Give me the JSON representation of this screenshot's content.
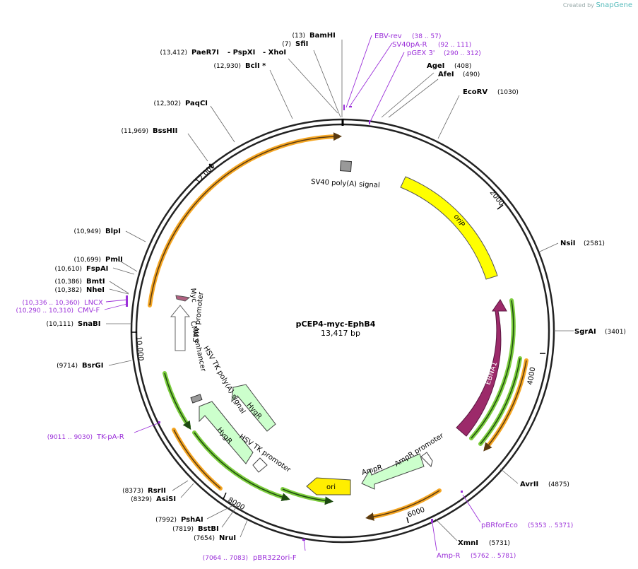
{
  "credit": {
    "created_by": "Created by",
    "brand": "SnapGene"
  },
  "plasmid": {
    "name": "pCEP4-myc-EphB4",
    "length_label": "13,417 bp",
    "length": 13417
  },
  "ticks": [
    "2000",
    "4000",
    "6000",
    "8000",
    "10,000",
    "12,000"
  ],
  "sites": [
    {
      "name": "BamHI",
      "pos": "(13)"
    },
    {
      "name": "SfiI",
      "pos": "(7)"
    },
    {
      "name": "PaeR7I",
      "pos": "(13,412)"
    },
    {
      "name": "- PspXI",
      "pos": ""
    },
    {
      "name": "- XhoI",
      "pos": ""
    },
    {
      "name": "BclI *",
      "pos": "(12,930)"
    },
    {
      "name": "AgeI",
      "pos": "(408)"
    },
    {
      "name": "AfeI",
      "pos": "(490)"
    },
    {
      "name": "EcoRV",
      "pos": "(1030)"
    },
    {
      "name": "PaqCI",
      "pos": "(12,302)"
    },
    {
      "name": "BssHII",
      "pos": "(11,969)"
    },
    {
      "name": "NsiI",
      "pos": "(2581)"
    },
    {
      "name": "BlpI",
      "pos": "(10,949)"
    },
    {
      "name": "PmlI",
      "pos": "(10,699)"
    },
    {
      "name": "FspAI",
      "pos": "(10,610)"
    },
    {
      "name": "BmtI",
      "pos": "(10,386)"
    },
    {
      "name": "NheI",
      "pos": "(10,382)"
    },
    {
      "name": "SgrAI",
      "pos": "(3401)"
    },
    {
      "name": "SnaBI",
      "pos": "(10,111)"
    },
    {
      "name": "BsrGI",
      "pos": "(9714)"
    },
    {
      "name": "AvrII",
      "pos": "(4875)"
    },
    {
      "name": "RsrII",
      "pos": "(8373)"
    },
    {
      "name": "AsiSI",
      "pos": "(8329)"
    },
    {
      "name": "PshAI",
      "pos": "(7992)"
    },
    {
      "name": "BstBI",
      "pos": "(7819)"
    },
    {
      "name": "NruI",
      "pos": "(7654)"
    },
    {
      "name": "XmnI",
      "pos": "(5731)"
    }
  ],
  "primers": [
    {
      "name": "EBV-rev",
      "pos": "(38 .. 57)"
    },
    {
      "name": "SV40pA-R",
      "pos": "(92 .. 111)"
    },
    {
      "name": "pGEX 3'",
      "pos": "(290 .. 312)"
    },
    {
      "name": "LNCX",
      "pos": "(10,336 .. 10,360)"
    },
    {
      "name": "CMV-F",
      "pos": "(10,290 .. 10,310)"
    },
    {
      "name": "TK-pA-R",
      "pos": "(9011 .. 9030)"
    },
    {
      "name": "pBRforEco",
      "pos": "(5353 .. 5371)"
    },
    {
      "name": "Amp-R",
      "pos": "(5762 .. 5781)"
    },
    {
      "name": "pBR322ori-F",
      "pos": "(7064 .. 7083)"
    }
  ],
  "features": [
    {
      "name": "SV40 poly(A) signal"
    },
    {
      "name": "oriP"
    },
    {
      "name": "EBNA1"
    },
    {
      "name": "AmpR promoter"
    },
    {
      "name": "AmpR"
    },
    {
      "name": "ori"
    },
    {
      "name": "HSV TK promoter"
    },
    {
      "name": "HygR"
    },
    {
      "name": "HygR"
    },
    {
      "name": "HSV TK poly(A) signal"
    },
    {
      "name": "CMV enhancer"
    },
    {
      "name": "CMV promoter"
    },
    {
      "name": "Myc"
    }
  ],
  "colors": {
    "backbone": "#222222",
    "primer": "#9b30d9",
    "oriP": "#ffff00",
    "EBNA1": "#9c2a6a",
    "ori": "#ffee00",
    "AmpR": "#ccffcc",
    "HygR": "#ccffcc",
    "promoter": "#ffffff",
    "signal": "#999999",
    "orf_orange": "#f5a623",
    "orf_green": "#7ccd3d"
  }
}
